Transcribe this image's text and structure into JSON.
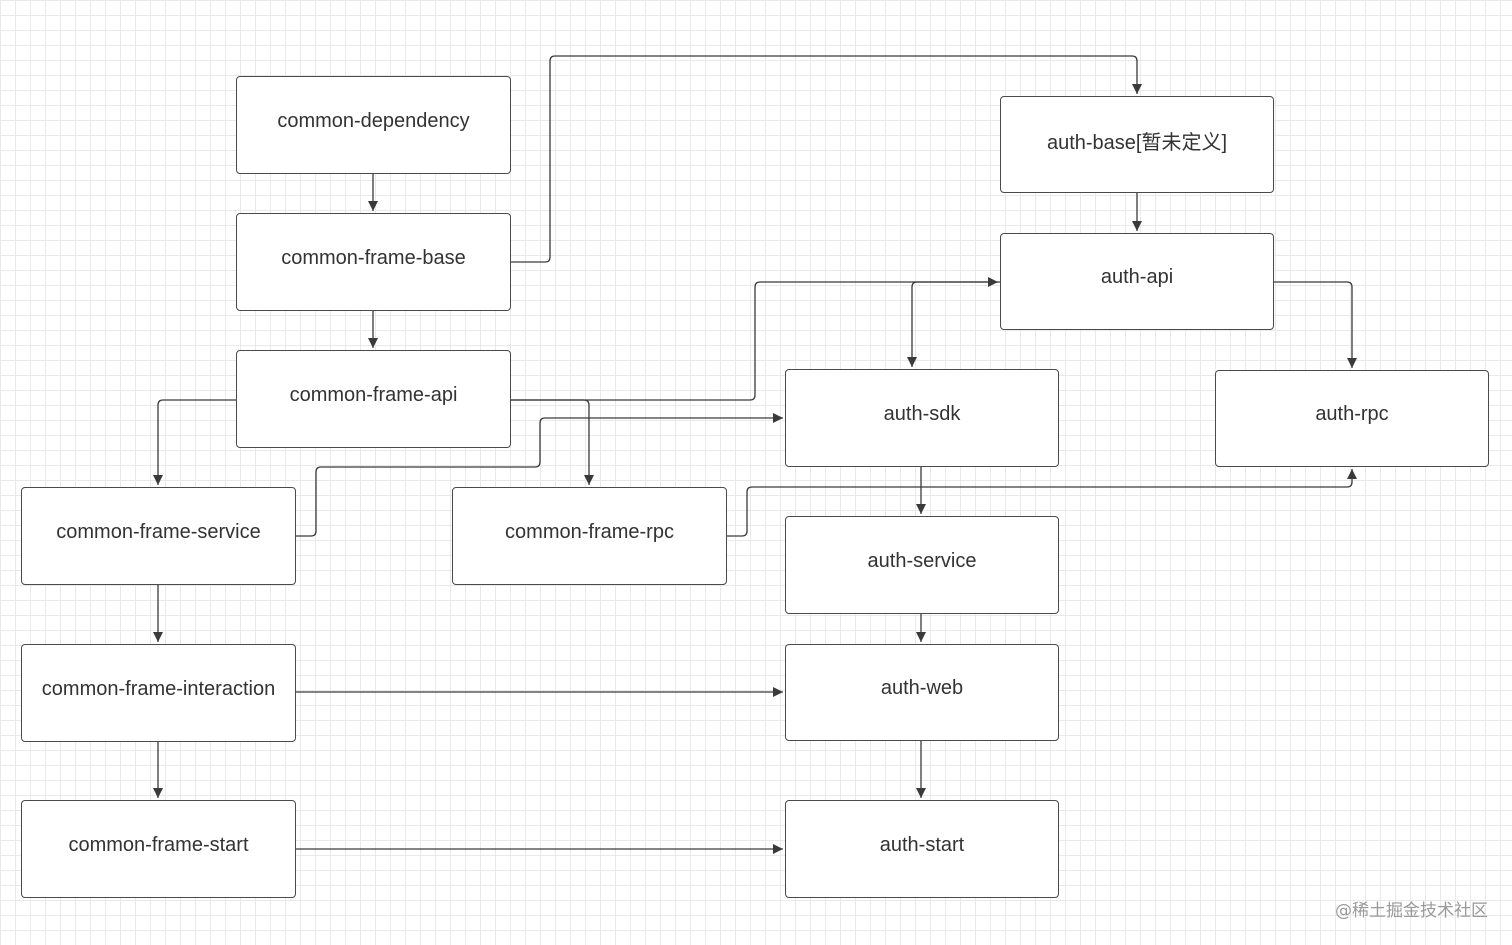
{
  "nodes": {
    "common_dependency": "common-dependency",
    "common_frame_base": "common-frame-base",
    "common_frame_api": "common-frame-api",
    "common_frame_service": "common-frame-service",
    "common_frame_rpc": "common-frame-rpc",
    "common_frame_interaction": "common-frame-interaction",
    "common_frame_start": "common-frame-start",
    "auth_base": "auth-base[暂未定义]",
    "auth_api": "auth-api",
    "auth_sdk": "auth-sdk",
    "auth_rpc": "auth-rpc",
    "auth_service": "auth-service",
    "auth_web": "auth-web",
    "auth_start": "auth-start"
  },
  "watermark": "@稀土掘金技术社区",
  "colors": {
    "line": "#3a3a3a",
    "border": "#4a4a4a",
    "text": "#333333",
    "grid": "#e9e9e9"
  }
}
